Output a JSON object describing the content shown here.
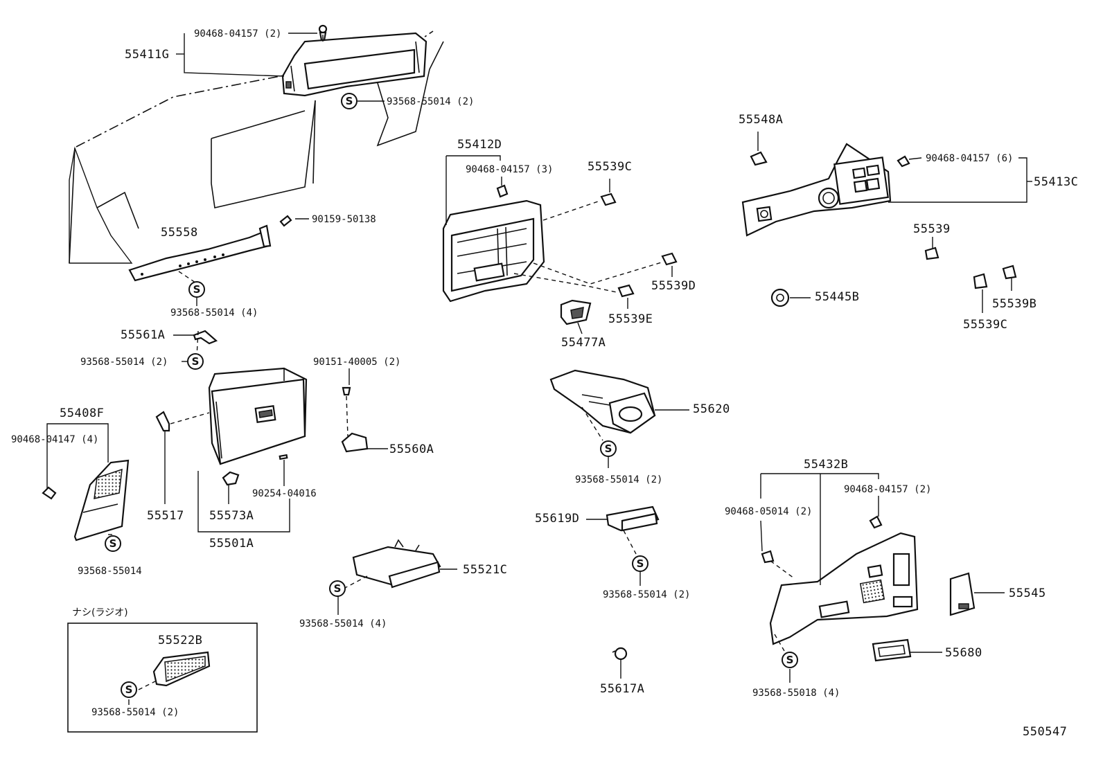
{
  "diagram_id": "550547",
  "symbols": {
    "screw_marker": "S"
  },
  "radio_box": {
    "title": "ナシ(ラジオ)"
  },
  "labels": {
    "p55411G": "55411G",
    "p90468_04157_a": "90468-04157 (2)",
    "p93568_55014_a": "93568-55014 (2)",
    "p90159_50138": "90159-50138",
    "p55558": "55558",
    "p93568_55014_b": "93568-55014 (4)",
    "p55561A": "55561A",
    "p93568_55014_c": "93568-55014 (2)",
    "p55408F": "55408F",
    "p90468_04147": "90468-04147 (4)",
    "p93568_55014_d": "93568-55014",
    "p55517": "55517",
    "p55573A": "55573A",
    "p90254_04016": "90254-04016",
    "p55501A": "55501A",
    "p90151_40005": "90151-40005 (2)",
    "p55560A": "55560A",
    "p55521C": "55521C",
    "p93568_55014_e": "93568-55014 (4)",
    "p55522B": "55522B",
    "p93568_55014_f": "93568-55014 (2)",
    "p55412D": "55412D",
    "p90468_04157_b": "90468-04157 (3)",
    "p55539C_a": "55539C",
    "p55539D": "55539D",
    "p55539E": "55539E",
    "p55477A": "55477A",
    "p55620": "55620",
    "p93568_55014_g": "93568-55014 (2)",
    "p55619D": "55619D",
    "p93568_55014_h": "93568-55014 (2)",
    "p55617A": "55617A",
    "p55548A": "55548A",
    "p90468_04157_c": "90468-04157 (6)",
    "p55413C": "55413C",
    "p55539": "55539",
    "p55445B": "55445B",
    "p55539B": "55539B",
    "p55539C_b": "55539C",
    "p55432B": "55432B",
    "p90468_05014": "90468-05014 (2)",
    "p90468_04157_d": "90468-04157 (2)",
    "p55545": "55545",
    "p55680": "55680",
    "p93568_55018": "93568-55018 (4)"
  }
}
